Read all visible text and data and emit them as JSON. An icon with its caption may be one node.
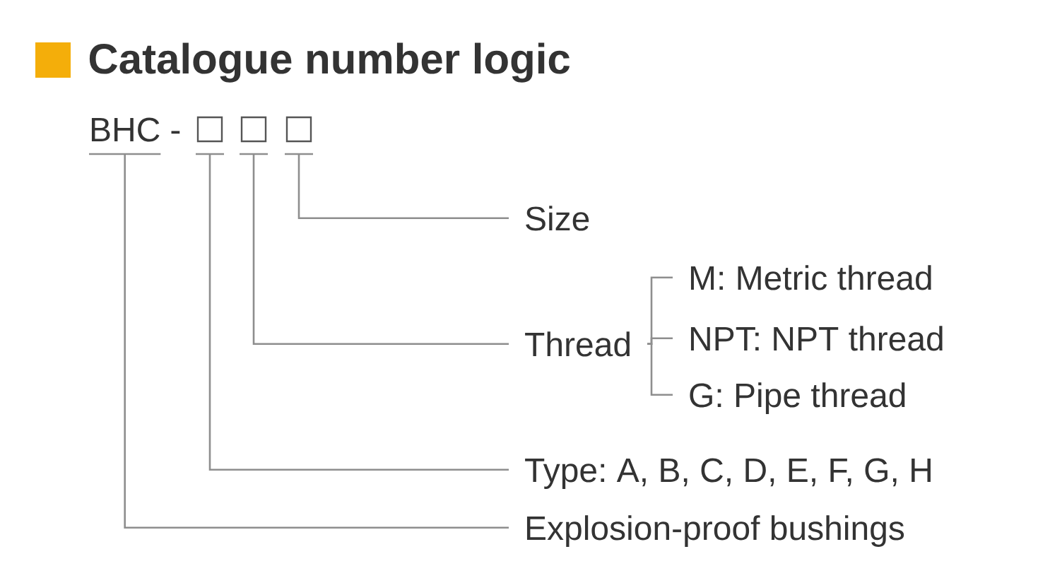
{
  "diagram": {
    "title": "Catalogue number logic",
    "nodes": [
      {
        "text": [
          "BHC"
        ]
      },
      {
        "text": [],
        "shape": "box"
      },
      {
        "text": [],
        "shape": "box"
      },
      {
        "text": [],
        "shape": "box"
      },
      {
        "text": [
          "Size"
        ]
      },
      {
        "text": [
          "Thread"
        ]
      },
      {
        "text": [
          "M: Metric thread"
        ]
      },
      {
        "text": [
          "NPT: NPT thread"
        ]
      },
      {
        "text": [
          "G: Pipe thread"
        ]
      },
      {
        "text": [
          "Type: A, B, C, D, E, F, G, H"
        ]
      },
      {
        "text": [
          "Explosion-proof bushings"
        ]
      }
    ],
    "edges": [
      {
        "from": 3,
        "to": 4,
        "arrow": "none"
      },
      {
        "from": 2,
        "to": 5,
        "arrow": "none"
      },
      {
        "from": 5,
        "to": 6,
        "arrow": "none"
      },
      {
        "from": 5,
        "to": 7,
        "arrow": "none"
      },
      {
        "from": 5,
        "to": 8,
        "arrow": "none"
      },
      {
        "from": 1,
        "to": 9,
        "arrow": "none"
      },
      {
        "from": 0,
        "to": 10,
        "arrow": "none"
      }
    ],
    "labels": [
      "-"
    ]
  }
}
